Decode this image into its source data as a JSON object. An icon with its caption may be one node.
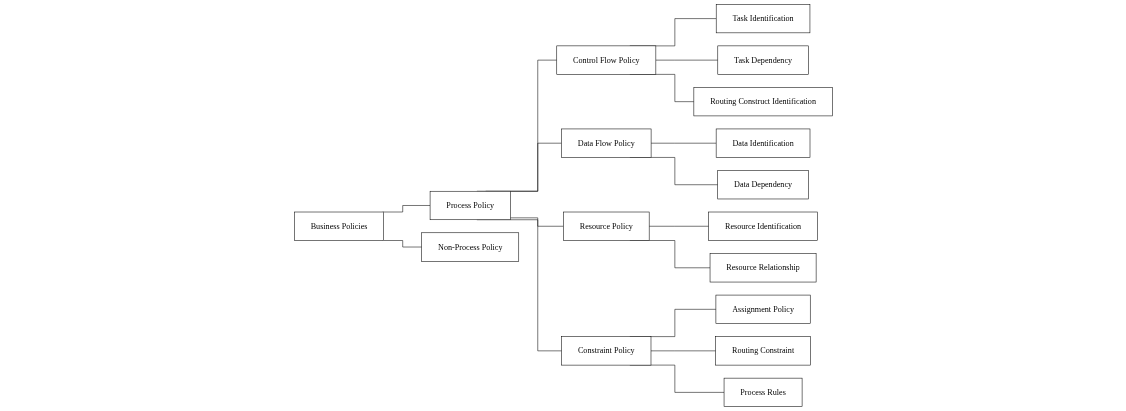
{
  "diagram": {
    "nodes": [
      {
        "text": [
          "Business Policies"
        ]
      },
      {
        "text": [
          "Process Policy"
        ]
      },
      {
        "text": [
          "Non-Process Policy"
        ]
      },
      {
        "text": [
          "Control Flow Policy"
        ]
      },
      {
        "text": [
          "Data Flow Policy"
        ]
      },
      {
        "text": [
          "Resource Policy"
        ]
      },
      {
        "text": [
          "Constraint Policy"
        ]
      },
      {
        "text": [
          "Task Identification"
        ]
      },
      {
        "text": [
          "Task Dependency"
        ]
      },
      {
        "text": [
          "Routing Construct Identification"
        ]
      },
      {
        "text": [
          "Data Identification"
        ]
      },
      {
        "text": [
          "Data Dependency"
        ]
      },
      {
        "text": [
          "Resource Identification"
        ]
      },
      {
        "text": [
          "Resource Relationship"
        ]
      },
      {
        "text": [
          "Assignment Policy"
        ]
      },
      {
        "text": [
          "Routing Constraint"
        ]
      },
      {
        "text": [
          "Process Rules"
        ]
      }
    ],
    "edges": [
      {
        "from": 0,
        "to": 1,
        "arrow": "none"
      },
      {
        "from": 0,
        "to": 2,
        "arrow": "none"
      },
      {
        "from": 1,
        "to": 3,
        "arrow": "none"
      },
      {
        "from": 1,
        "to": 4,
        "arrow": "none"
      },
      {
        "from": 1,
        "to": 5,
        "arrow": "none"
      },
      {
        "from": 1,
        "to": 6,
        "arrow": "none"
      },
      {
        "from": 3,
        "to": 7,
        "arrow": "none"
      },
      {
        "from": 3,
        "to": 8,
        "arrow": "none"
      },
      {
        "from": 3,
        "to": 9,
        "arrow": "none"
      },
      {
        "from": 4,
        "to": 10,
        "arrow": "none"
      },
      {
        "from": 4,
        "to": 11,
        "arrow": "none"
      },
      {
        "from": 5,
        "to": 12,
        "arrow": "none"
      },
      {
        "from": 5,
        "to": 13,
        "arrow": "none"
      },
      {
        "from": 6,
        "to": 14,
        "arrow": "none"
      },
      {
        "from": 6,
        "to": 15,
        "arrow": "none"
      },
      {
        "from": 6,
        "to": 16,
        "arrow": "none"
      }
    ]
  }
}
